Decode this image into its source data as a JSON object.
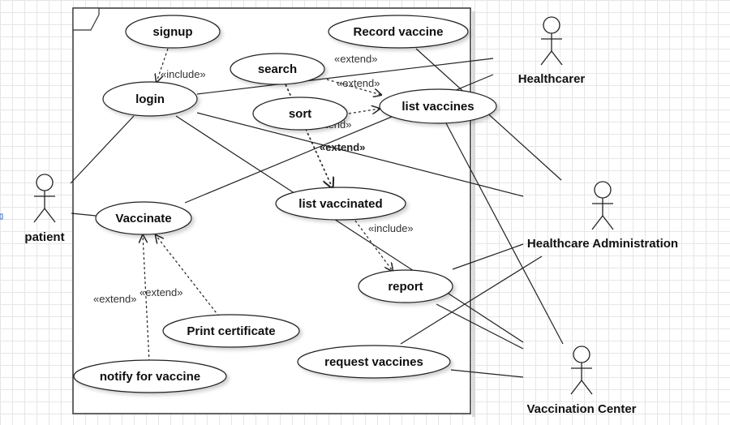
{
  "use_cases": {
    "signup": "signup",
    "record_vaccine": "Record vaccine",
    "search": "search",
    "login": "login",
    "sort": "sort",
    "list_vaccines": "list vaccines",
    "vaccinate": "Vaccinate",
    "list_vaccinated": "list vaccinated",
    "report": "report",
    "print_certificate": "Print certificate",
    "request_vaccines": "request vaccines",
    "notify_for_vaccine": "notify for vaccine"
  },
  "actors": {
    "patient": "patient",
    "healthcarer": "Healthcarer",
    "healthcare_administration": "Healthcare Administration",
    "vaccination_center": "Vaccination Center"
  },
  "stereotypes": {
    "include_signup_login": "«include»",
    "extend_record_list": "«extend»",
    "extend_search_list": "«extend»",
    "extend_sort_list": "«extend»",
    "extend_list_vaccinated": "«extend»",
    "include_report": "«include»",
    "extend_notify": "«extend»",
    "extend_print": "«extend»"
  }
}
